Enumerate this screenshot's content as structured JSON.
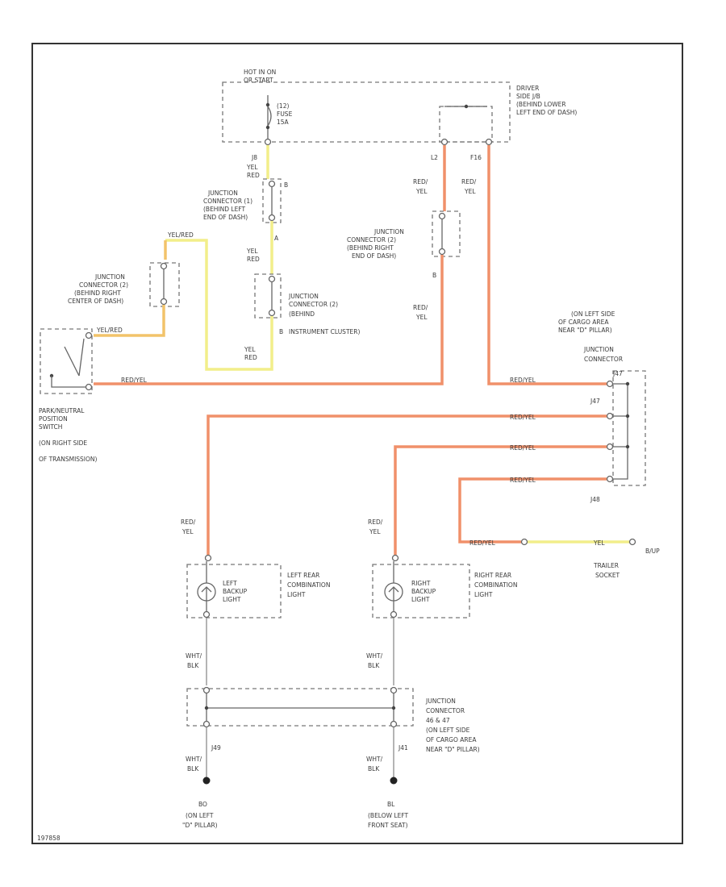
{
  "labels": {
    "hot_in_on": "HOT IN ON",
    "or_start": "OR START",
    "fuse_no": "(12)",
    "fuse": "FUSE",
    "fuse_amp": "15A",
    "driver_jb_1": "DRIVER",
    "driver_jb_2": "SIDE J/B",
    "driver_jb_3": "(BEHIND LOWER",
    "driver_jb_4": "LEFT END OF DASH)",
    "pin_j8": "J8",
    "pin_l2": "L2",
    "pin_f16": "F16",
    "yel_1": "YEL",
    "red_1": "RED",
    "jc1_1": "JUNCTION",
    "jc1_2": "CONNECTOR (1)",
    "jc1_3": "(BEHIND LEFT",
    "jc1_4": "END OF DASH)",
    "pin_a": "A",
    "pin_b": "B",
    "yel_2": "YEL",
    "red_2": "RED",
    "red_yel_l2": "RED/",
    "yel_l2": "YEL",
    "red_f16": "RED/",
    "yel_f16": "YEL",
    "jc22_1": "JUNCTION",
    "jc22_2": "CONNECTOR (2)",
    "jc22_3": "(BEHIND RIGHT",
    "jc22_4": "END OF DASH)",
    "yel_red_top": "YEL/RED",
    "jc23_1": "JUNCTION",
    "jc23_2": "CONNECTOR (2)",
    "jc23_3": "(BEHIND RIGHT",
    "jc23_4": "CENTER OF DASH)",
    "jc20_1": "JUNCTION",
    "jc20_2": "CONNECTOR (2)",
    "jc20_3": "(BEHIND",
    "jc20_4": "INSTRUMENT CLUSTER)",
    "red_yel_mid": "RED/",
    "yel_mid": "YEL",
    "left_side_1": "(ON LEFT SIDE",
    "left_side_2": "OF CARGO AREA",
    "left_side_3": "NEAR \"D\" PILLAR)",
    "jc_right_1": "JUNCTION",
    "jc_right_2": "CONNECTOR",
    "yel_red_low": "YEL/RED",
    "yel_3": "YEL",
    "red_3": "RED",
    "red_yel_main": "RED/YEL",
    "pnp_1": "PARK/NEUTRAL",
    "pnp_2": "POSITION",
    "pnp_3": "SWITCH",
    "pnp_4": "(ON RIGHT SIDE",
    "pnp_5": "OF TRANSMISSION)",
    "j47": "J47",
    "j48": "J48",
    "wire_r1": "RED/YEL",
    "wire_r2": "RED/YEL",
    "wire_r3": "RED/YEL",
    "wire_r4": "RED/YEL",
    "red_left": "RED/",
    "yel_left": "YEL",
    "red_right": "RED/",
    "yel_right": "YEL",
    "trailer_red": "RED/YEL",
    "trailer_yel": "YEL",
    "bup": "B/UP",
    "trailer_1": "TRAILER",
    "trailer_2": "SOCKET",
    "lbl_left_bk_1": "LEFT",
    "lbl_left_bk_2": "BACKUP",
    "lbl_left_bk_3": "LIGHT",
    "lrc_1": "LEFT REAR",
    "lrc_2": "COMBINATION",
    "lrc_3": "LIGHT",
    "lbl_right_bk_1": "RIGHT",
    "lbl_right_bk_2": "BACKUP",
    "lbl_right_bk_3": "LIGHT",
    "rrc_1": "RIGHT REAR",
    "rrc_2": "COMBINATION",
    "rrc_3": "LIGHT",
    "wht_l": "WHT/",
    "blk_l": "BLK",
    "wht_r": "WHT/",
    "blk_r": "BLK",
    "jc46_1": "JUNCTION",
    "jc46_2": "CONNECTOR",
    "jc46_3": "46 & 47",
    "jc46_4": "(ON LEFT SIDE",
    "jc46_5": "OF CARGO AREA",
    "jc46_6": "NEAR \"D\" PILLAR)",
    "j49": "J49",
    "j41": "J41",
    "wht_l2": "WHT/",
    "blk_l2": "BLK",
    "wht_r2": "WHT/",
    "blk_r2": "BLK",
    "g_left_1": "BO",
    "g_left_2": "(ON LEFT",
    "g_left_3": "\"D\" PILLAR)",
    "g_right_1": "BL",
    "g_right_2": "(BELOW LEFT",
    "g_right_3": "FRONT SEAT)",
    "ref": "197858"
  },
  "colors": {
    "red_yel": "#f0906a",
    "yel": "#f2ee8a",
    "yel_red": "#f2c36a",
    "frame": "#333333"
  }
}
